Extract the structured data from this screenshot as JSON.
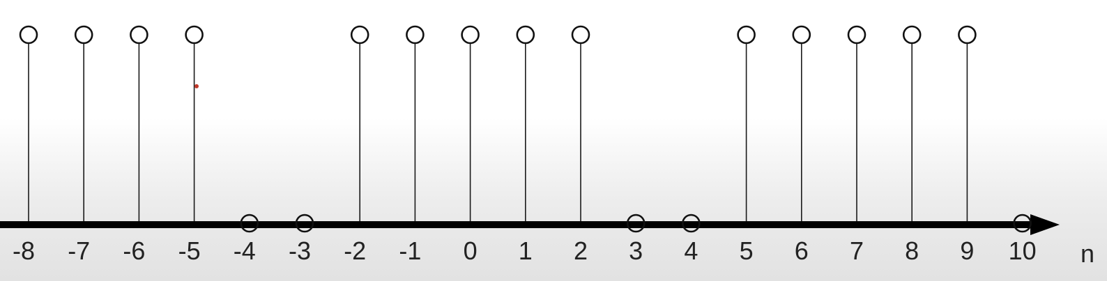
{
  "chart_data": {
    "type": "stem",
    "x_axis_label": "n",
    "x": [
      -8,
      -7,
      -6,
      -5,
      -4,
      -3,
      -2,
      -1,
      0,
      1,
      2,
      3,
      4,
      5,
      6,
      7,
      8,
      9,
      10
    ],
    "y": [
      1,
      1,
      1,
      1,
      0,
      0,
      1,
      1,
      1,
      1,
      1,
      0,
      0,
      1,
      1,
      1,
      1,
      1,
      0
    ],
    "xlim": [
      -8,
      10
    ],
    "ylim": [
      0,
      1
    ],
    "marker": "open-circle",
    "colors": {
      "stem": "#1a1a1a",
      "axis": "#000000",
      "marker": "#111111",
      "stray_dot": "#c0392b"
    },
    "tick_labels": [
      "-8",
      "-7",
      "-6",
      "-5",
      "-4",
      "-3",
      "-2",
      "-1",
      "0",
      "1",
      "2",
      "3",
      "4",
      "5",
      "6",
      "7",
      "8",
      "9",
      "10"
    ],
    "grid": false
  }
}
